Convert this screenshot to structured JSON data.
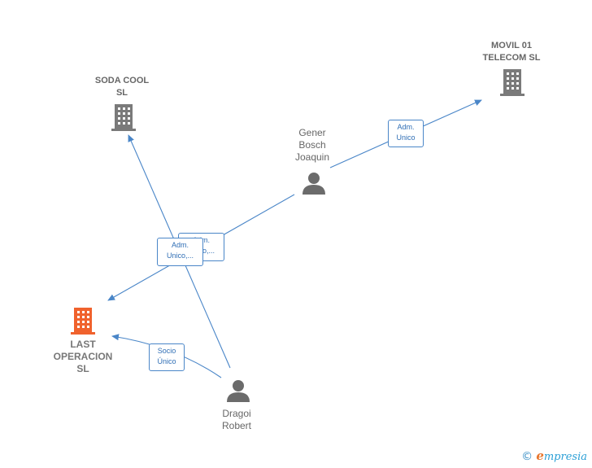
{
  "nodes": {
    "soda_cool": {
      "label": "SODA COOL\nSL"
    },
    "movil_01": {
      "label": "MOVIL 01\nTELECOM  SL"
    },
    "last_operacion": {
      "label": "LAST\nOPERACION\nSL"
    },
    "gener": {
      "label": "Gener\nBosch\nJoaquin"
    },
    "dragoi": {
      "label": "Dragoi\nRobert"
    }
  },
  "edge_labels": {
    "gener_movil": "Adm.\nUnico",
    "gener_soda_back": "Adm.\nUnico,...",
    "gener_soda_front": "Adm.\nUnico,...",
    "dragoi_last": "Socio\nÚnico"
  },
  "colors": {
    "edge": "#4a86c8",
    "company": "#7a7a7a",
    "focus_company": "#f0622d",
    "person": "#6b6b6b"
  },
  "footer": {
    "symbol": "©",
    "brand_initial": "e",
    "brand_rest": "mpresia"
  }
}
